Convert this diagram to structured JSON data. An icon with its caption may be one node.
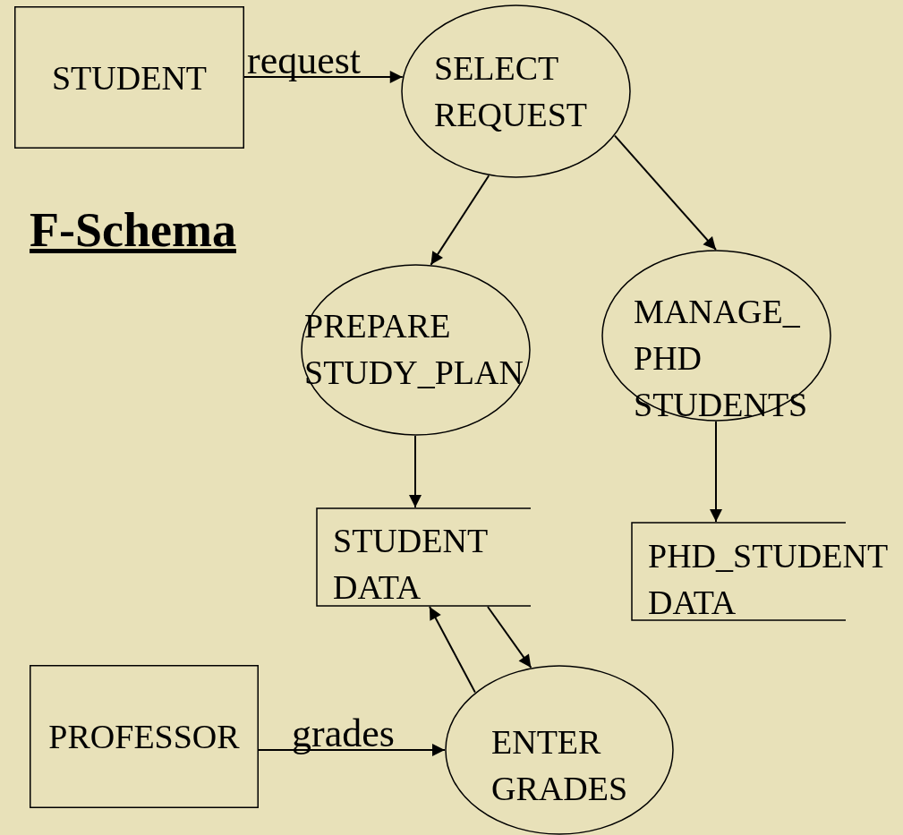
{
  "diagram": {
    "title": "F-Schema",
    "nodes": [
      {
        "text": [
          "STUDENT"
        ]
      },
      {
        "text": [
          "SELECT REQUEST"
        ]
      },
      {
        "text": [
          "PREPARE STUDY_PLAN"
        ]
      },
      {
        "text": [
          "MANAGE_ PHD STUDENTS"
        ]
      },
      {
        "text": [
          "STUDENT DATA"
        ]
      },
      {
        "text": [
          "PHD_STUDENT DATA"
        ]
      },
      {
        "text": [
          "PROFESSOR"
        ]
      },
      {
        "text": [
          "ENTER GRADES"
        ]
      }
    ],
    "edges": [
      {
        "from": 0,
        "to": 1,
        "arrow": "to",
        "label": "request"
      },
      {
        "from": 1,
        "to": 2,
        "arrow": "to"
      },
      {
        "from": 1,
        "to": 3,
        "arrow": "to"
      },
      {
        "from": 2,
        "to": 4,
        "arrow": "to"
      },
      {
        "from": 3,
        "to": 5,
        "arrow": "to"
      },
      {
        "from": 4,
        "to": 7,
        "arrow": "to"
      },
      {
        "from": 7,
        "to": 4,
        "arrow": "to"
      },
      {
        "from": 6,
        "to": 7,
        "arrow": "to",
        "label": "grades"
      }
    ]
  }
}
